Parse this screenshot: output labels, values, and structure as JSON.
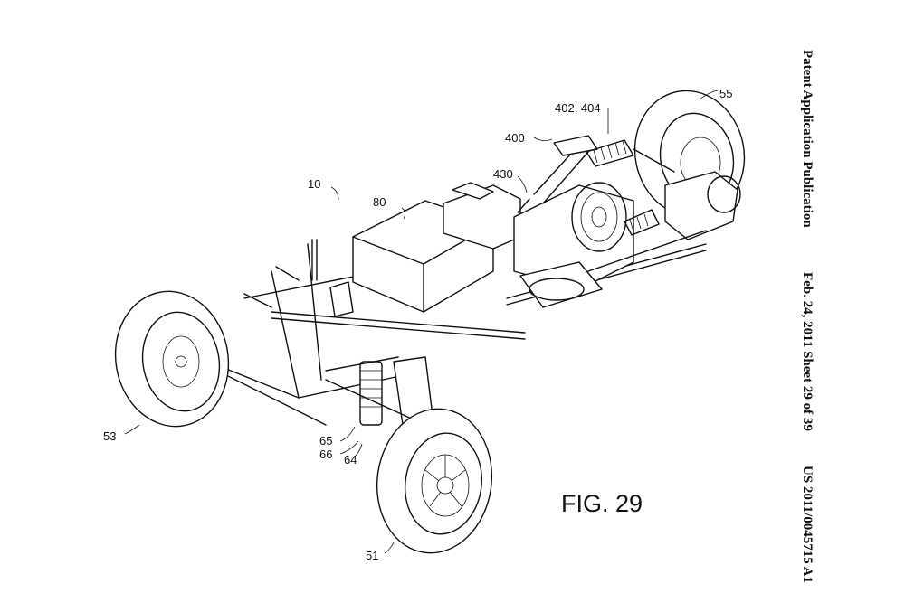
{
  "header": {
    "publication_type": "Patent Application Publication",
    "date_sheet": "Feb. 24, 2011  Sheet 29 of 39",
    "patent_number": "US 2011/0045715 A1"
  },
  "figure": {
    "label": "FIG. 29"
  },
  "reference_numerals": {
    "vehicle": "10",
    "engine_block": "80",
    "linkage": "400",
    "shock_pair": "402, 404",
    "bracket": "430",
    "rear_wheel": "55",
    "front_left_wheel": "53",
    "front_right_wheel": "51",
    "suspension": "64",
    "spring_a": "65",
    "spring_b": "66"
  }
}
